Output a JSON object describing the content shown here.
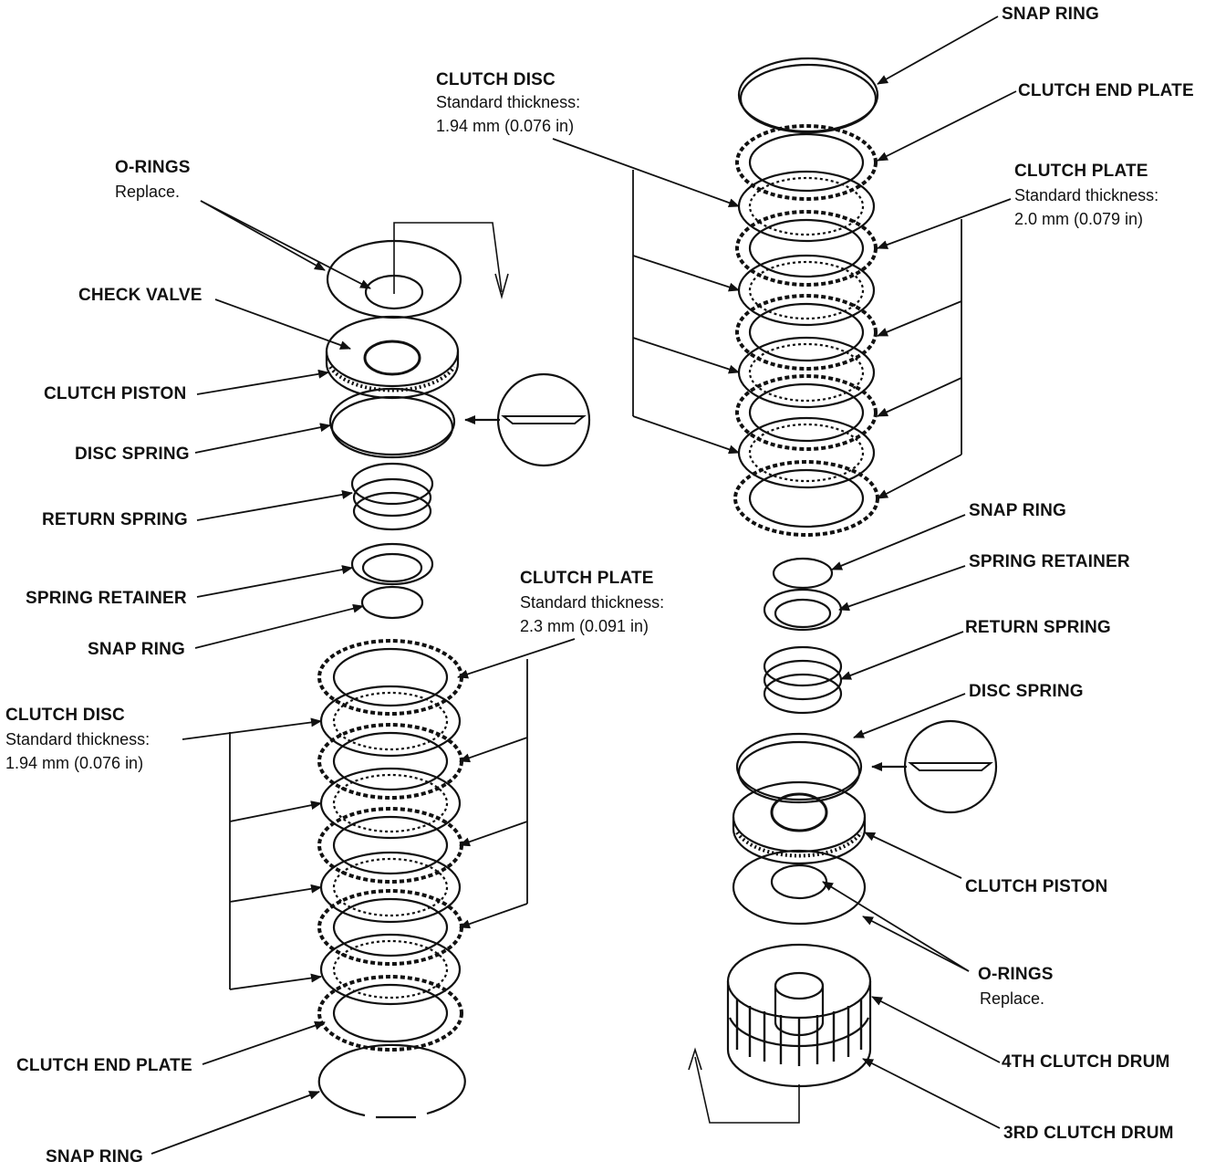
{
  "left_assembly": {
    "o_rings": {
      "title": "O-RINGS",
      "note": "Replace."
    },
    "check_valve": "CHECK VALVE",
    "clutch_piston": "CLUTCH PISTON",
    "disc_spring": "DISC SPRING",
    "return_spring": "RETURN SPRING",
    "spring_retainer": "SPRING RETAINER",
    "snap_ring_upper": "SNAP RING",
    "clutch_plate": {
      "title": "CLUTCH PLATE",
      "line1": "Standard thickness:",
      "line2": "2.3 mm (0.091 in)"
    },
    "clutch_disc": {
      "title": "CLUTCH DISC",
      "line1": "Standard thickness:",
      "line2": "1.94 mm (0.076 in)"
    },
    "clutch_end_plate": "CLUTCH END PLATE",
    "snap_ring_lower": "SNAP RING"
  },
  "right_assembly": {
    "snap_ring_top": "SNAP RING",
    "clutch_disc": {
      "title": "CLUTCH DISC",
      "line1": "Standard thickness:",
      "line2": "1.94 mm (0.076 in)"
    },
    "clutch_end_plate": "CLUTCH END PLATE",
    "clutch_plate": {
      "title": "CLUTCH PLATE",
      "line1": "Standard thickness:",
      "line2": "2.0 mm (0.079 in)"
    },
    "snap_ring_mid": "SNAP RING",
    "spring_retainer": "SPRING RETAINER",
    "return_spring": "RETURN SPRING",
    "disc_spring": "DISC SPRING",
    "clutch_piston": "CLUTCH PISTON",
    "o_rings": {
      "title": "O-RINGS",
      "note": "Replace."
    },
    "clutch_drum_4th": "4TH CLUTCH DRUM",
    "clutch_drum_3rd": "3RD CLUTCH DRUM"
  },
  "colors": {
    "ink": "#111111",
    "paper": "#ffffff"
  }
}
